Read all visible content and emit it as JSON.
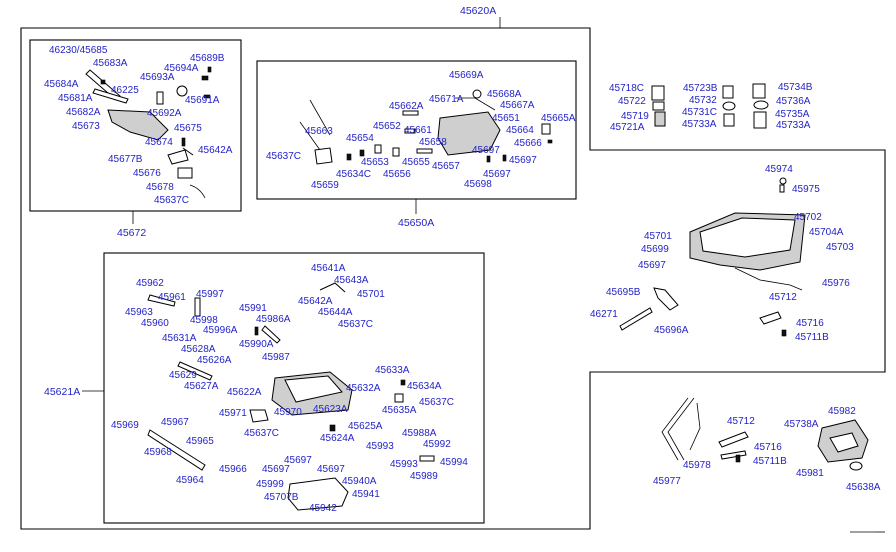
{
  "assembly": {
    "main": "45620A",
    "upper_sub": "45672",
    "middle_sub": "45650A",
    "lower_sub": "45621A"
  },
  "upper_left_box": [
    "46230/45685",
    "45683A",
    "45689B",
    "45684A",
    "45693A",
    "45694A",
    "45681A",
    "46225",
    "45691A",
    "45682A",
    "45692A",
    "45673",
    "45675",
    "45674",
    "45642A",
    "45677B",
    "45676",
    "45678",
    "45637C"
  ],
  "upper_mid_box": [
    "45669A",
    "45668A",
    "45671A",
    "45667A",
    "45662A",
    "45665A",
    "45651",
    "45664",
    "45652",
    "45661",
    "45666",
    "45663",
    "45654",
    "45658",
    "45697",
    "45637C",
    "45653",
    "45655",
    "45697",
    "45634C",
    "45656",
    "45657",
    "45697",
    "45659",
    "45698"
  ],
  "spring_parts": [
    "45718C",
    "45723B",
    "45734B",
    "45722",
    "45732",
    "45736A",
    "45719",
    "45731C",
    "45735A",
    "45721A",
    "45733A",
    "45733A"
  ],
  "valve_body_right": [
    "45974",
    "45975",
    "45702",
    "45701",
    "45704A",
    "45699",
    "45703",
    "45697",
    "45976",
    "45695B",
    "45712",
    "46271",
    "45716",
    "45696A",
    "45711B"
  ],
  "lower_box": [
    "45962",
    "45961",
    "45997",
    "45963",
    "45998",
    "45960",
    "45996A",
    "45991",
    "45986A",
    "45990A",
    "45987",
    "45631A",
    "45628A",
    "45626A",
    "45629",
    "45627A",
    "45641A",
    "45643A",
    "45642A",
    "45701",
    "45644A",
    "45637C",
    "45622A",
    "45633A",
    "45632A",
    "45634A",
    "45637C",
    "45635A",
    "45971",
    "45970",
    "45623A",
    "45637C",
    "45625A",
    "45624A",
    "45969",
    "45967",
    "45965",
    "45968",
    "45964",
    "45966",
    "45697",
    "45697",
    "45697",
    "45999",
    "45940A",
    "45707B",
    "45941",
    "45942",
    "45993",
    "45988A",
    "45992",
    "45993",
    "45994",
    "45989"
  ],
  "bottom_right": [
    "45712",
    "45716",
    "45711B",
    "45982",
    "45738A",
    "45977",
    "45978",
    "45981",
    "45638A"
  ]
}
